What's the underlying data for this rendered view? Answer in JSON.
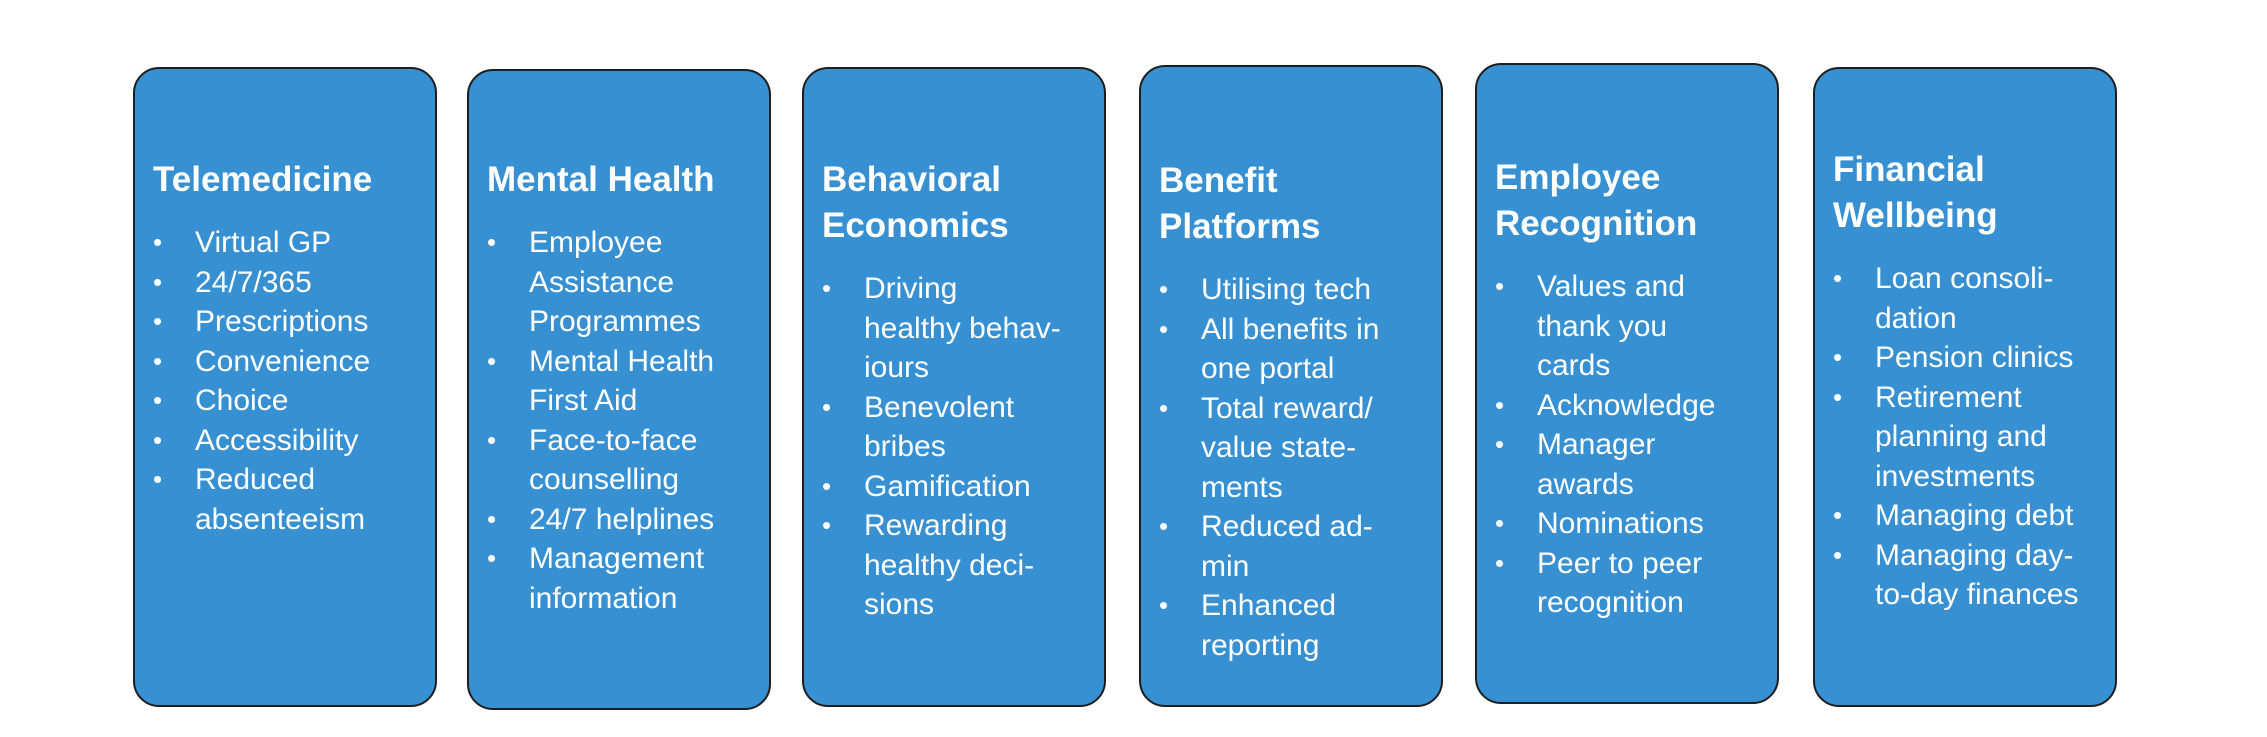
{
  "colors": {
    "card_fill": "#3790d2",
    "card_border": "#1e1e1e",
    "text": "#ffffff",
    "background": "#ffffff"
  },
  "cards": [
    {
      "title": "Telemedicine",
      "items": [
        "Virtual GP",
        "24/7/365",
        "Prescriptions",
        "Convenience",
        "Choice",
        "Accessibility",
        "Reduced\nabsenteeism"
      ]
    },
    {
      "title": "Mental Health",
      "items": [
        "Employee\nAssistance\nProgrammes",
        "Mental Health\nFirst Aid",
        "Face-to-face\ncounselling",
        "24/7 helplines",
        "Management\ninformation"
      ]
    },
    {
      "title": "Behavioral\nEconomics",
      "items": [
        "Driving\nhealthy behav-\niours",
        "Benevolent\nbribes",
        "Gamification",
        "Rewarding\nhealthy deci-\nsions"
      ]
    },
    {
      "title": "Benefit\nPlatforms",
      "items": [
        "Utilising tech",
        "All benefits in\none portal",
        "Total reward/\nvalue state-\nments",
        "Reduced ad-\nmin",
        "Enhanced\nreporting"
      ]
    },
    {
      "title": "Employee\nRecognition",
      "items": [
        "Values and\nthank you\ncards",
        "Acknowledge",
        "Manager\nawards",
        "Nominations",
        "Peer to peer\nrecognition"
      ]
    },
    {
      "title": "Financial\nWellbeing",
      "items": [
        "Loan consoli-\ndation",
        "Pension clinics",
        "Retirement\nplanning and\ninvestments",
        "Managing debt",
        "Managing day-\nto-day finances"
      ]
    }
  ]
}
